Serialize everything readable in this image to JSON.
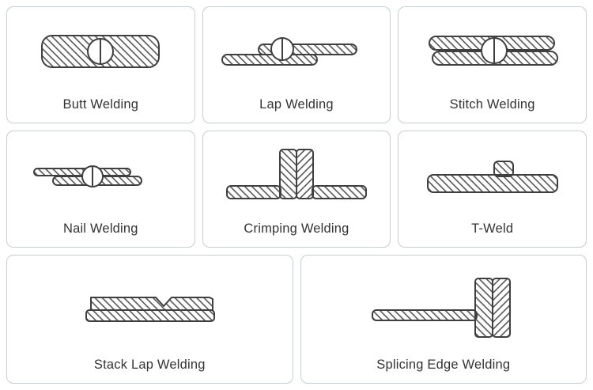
{
  "page": {
    "background": "#ffffff",
    "cell_border_color": "#c8cdd4",
    "diagram_line_color": "#3f3f3f",
    "label_color": "#333333"
  },
  "cells": [
    {
      "id": "butt-welding",
      "label": "Butt Welding"
    },
    {
      "id": "lap-welding",
      "label": "Lap Welding"
    },
    {
      "id": "stitch-welding",
      "label": "Stitch Welding"
    },
    {
      "id": "nail-welding",
      "label": "Nail Welding"
    },
    {
      "id": "crimping-welding",
      "label": "Crimping Welding"
    },
    {
      "id": "t-weld",
      "label": "T-Weld"
    },
    {
      "id": "stack-lap-welding",
      "label": "Stack Lap Welding"
    },
    {
      "id": "splicing-edge-welding",
      "label": "Splicing Edge Welding"
    }
  ]
}
